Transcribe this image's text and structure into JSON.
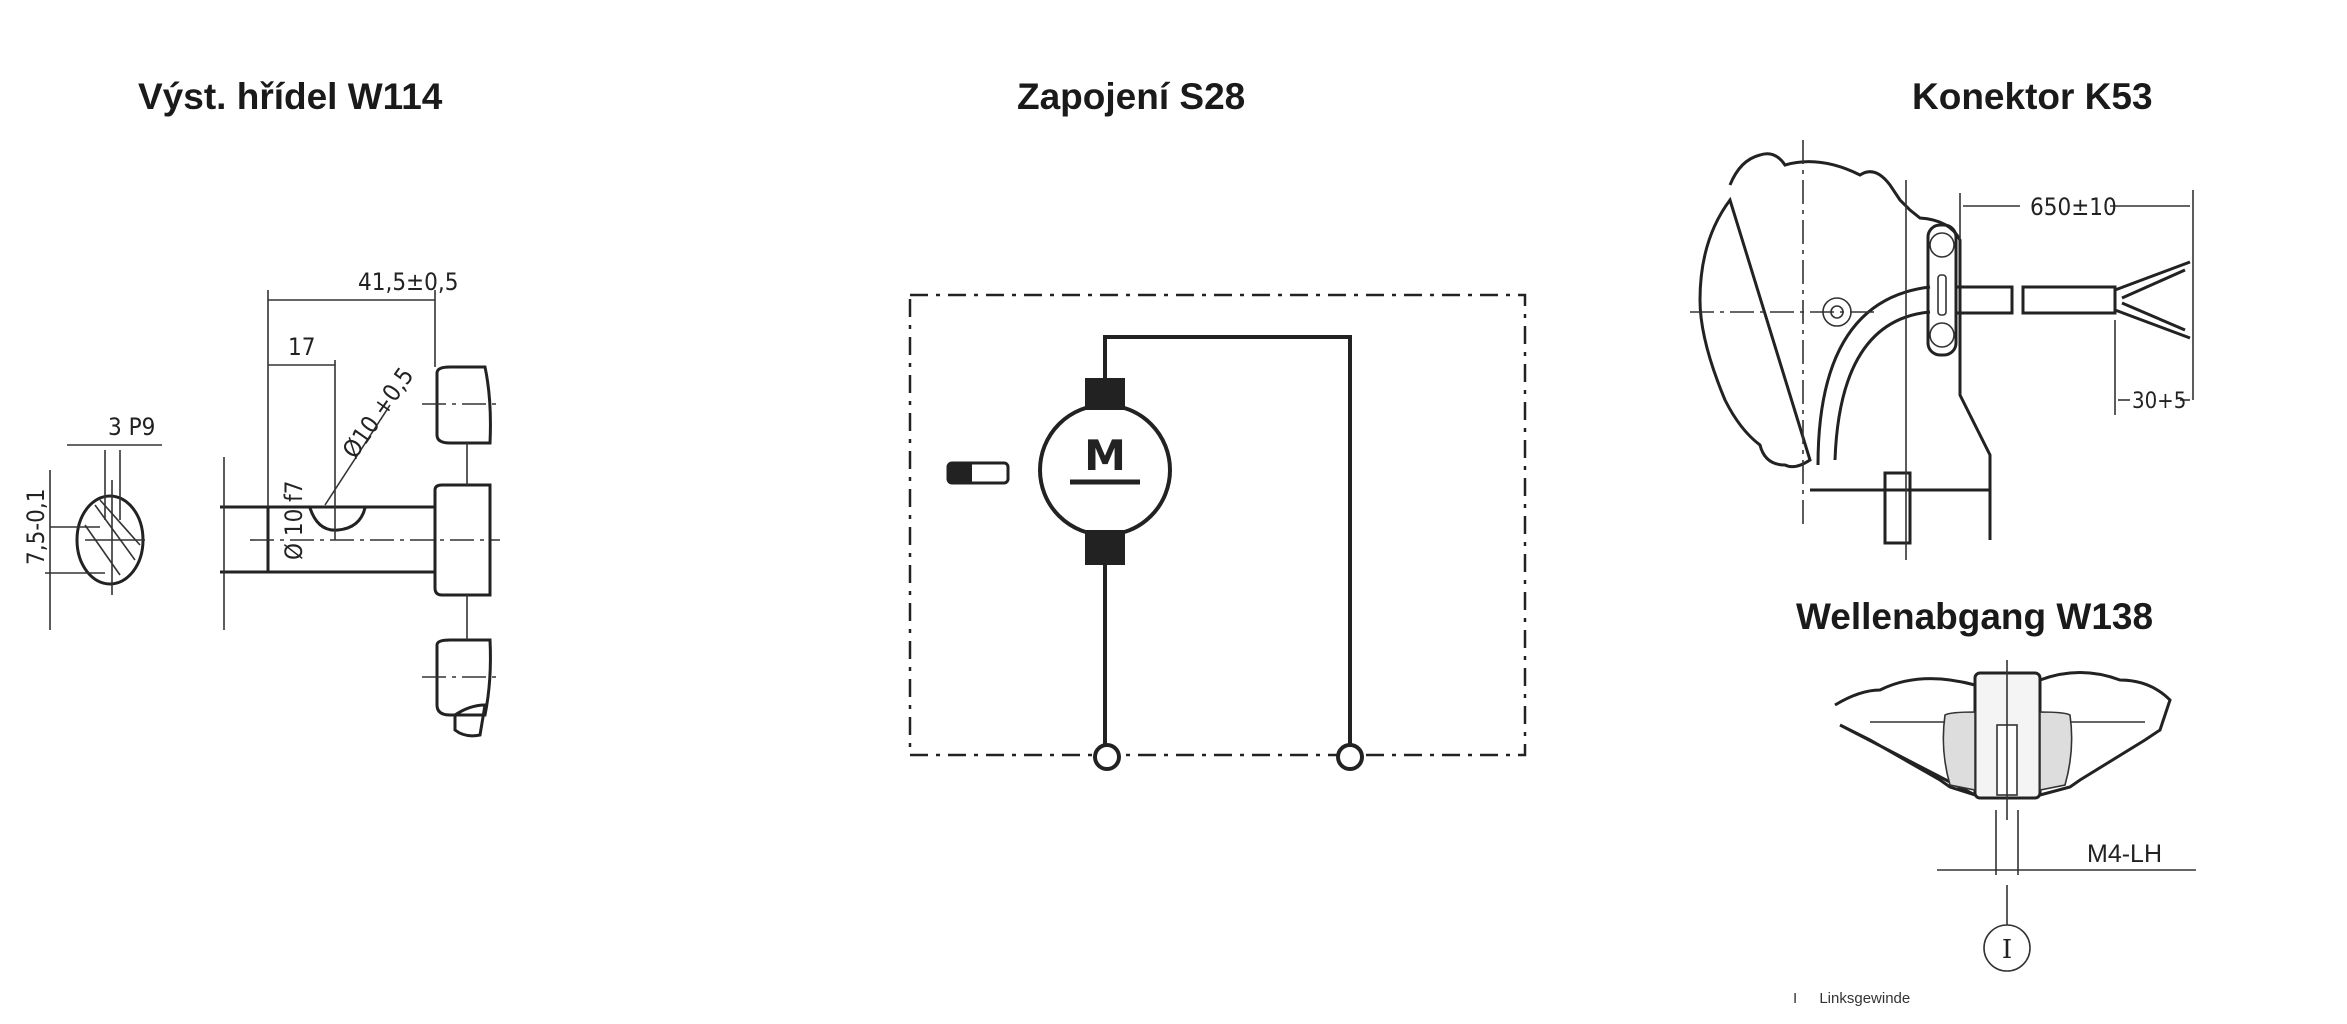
{
  "panels": {
    "shaft": {
      "title": "Výst. hřídel W114",
      "dims": {
        "width": "3 P9",
        "flat": "7,5-0,1",
        "length": "41,5±0,5",
        "offset": "17",
        "hole": "Ø10 +0,5",
        "diameter": "Ø 10 f7"
      }
    },
    "wiring": {
      "title": "Zapojení S28",
      "motor_label": "M"
    },
    "connector": {
      "title": "Konektor K53",
      "dims": {
        "cable_length": "650±10",
        "strip_length": "30+5"
      }
    },
    "output": {
      "title": "Wellenabgang W138",
      "thread": "M4-LH",
      "callout": "I",
      "legend": {
        "key": "I",
        "text": "Linksgewinde"
      }
    }
  }
}
